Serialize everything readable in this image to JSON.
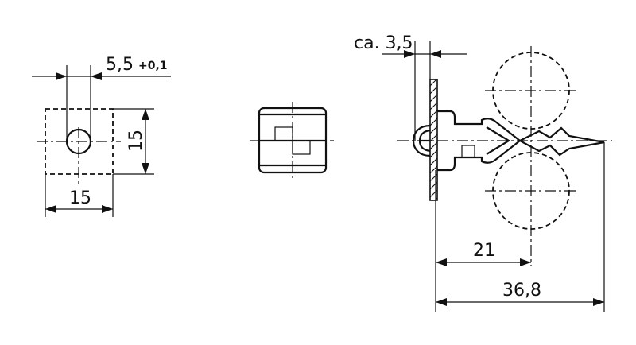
{
  "dimensions": {
    "hole_diameter": "5,5",
    "hole_tolerance": "+0,1",
    "plate_height": "15",
    "plate_width": "15",
    "thickness_label": "ca. 3,5",
    "to_wheel_center": "21",
    "total_length": "36,8"
  }
}
